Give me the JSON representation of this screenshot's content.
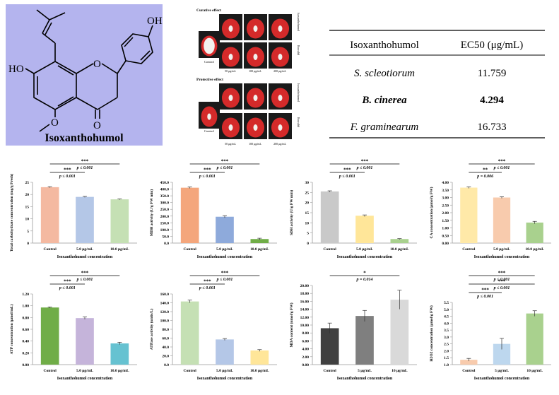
{
  "compound_name": "Isoxanthohumol",
  "molecule": {
    "label": "Isoxanthohumol",
    "groups": {
      "oh_left": "HO",
      "oh_right": "OH",
      "ring_o": "O",
      "carbonyl_o": "O",
      "methoxy": "O"
    }
  },
  "photo_panel": {
    "curative_title": "Curative effect",
    "protective_title": "Protective effect",
    "control_label": "Control",
    "row_labels": [
      "Isoxanthohumol",
      "Boscalid"
    ],
    "concentrations": [
      "50 μg/mL",
      "100 μg/mL",
      "200 μg/mL"
    ]
  },
  "ec_table": {
    "headers": [
      "Isoxanthohumol",
      "EC50 (μg/mL)"
    ],
    "rows": [
      {
        "pathogen": "S. scleotiorum",
        "value": "11.759",
        "bold": false
      },
      {
        "pathogen": "B. cinerea",
        "value": "4.294",
        "bold": true
      },
      {
        "pathogen": "F. graminearum",
        "value": "16.733",
        "bold": false
      }
    ]
  },
  "chart_data": [
    {
      "type": "bar",
      "ylabel": "Total carbohydrate concentration (mg/g Fresh)",
      "xlabel": "Isoxanthohumol concentration",
      "categories": [
        "Control",
        "5.0 μg/mL",
        "10.0 μg/mL"
      ],
      "values": [
        23.0,
        19.0,
        18.0
      ],
      "errors": [
        0.2,
        0.2,
        0.15
      ],
      "ylim": [
        0,
        25
      ],
      "yticks": [
        0,
        5,
        10,
        15,
        20,
        25
      ],
      "decimals": 0,
      "colors": [
        "#f4b9a1",
        "#b4c7e7",
        "#c5e0b4"
      ],
      "annotations": [
        {
          "from": 0,
          "to": 2,
          "level": 0,
          "stars": "***",
          "p": "p ≤ 0.001"
        },
        {
          "from": 0,
          "to": 1,
          "level": 1,
          "stars": "***",
          "p": "p ≤ 0.001"
        }
      ]
    },
    {
      "type": "bar",
      "ylabel": "MDH activity (U/g FW min)",
      "xlabel": "Isoxanthohumol concentration",
      "categories": [
        "Control",
        "5.0 μg/mL",
        "10.0 μg/mL"
      ],
      "values": [
        410,
        195,
        30
      ],
      "errors": [
        5,
        8,
        6
      ],
      "ylim": [
        0,
        450
      ],
      "yticks": [
        0,
        50,
        100,
        150,
        200,
        250,
        300,
        350,
        400,
        450
      ],
      "decimals": 1,
      "colors": [
        "#f4a67c",
        "#8eaadb",
        "#70ad47"
      ],
      "annotations": [
        {
          "from": 0,
          "to": 2,
          "level": 0,
          "stars": "***",
          "p": "p ≤ 0.001"
        },
        {
          "from": 0,
          "to": 1,
          "level": 1,
          "stars": "***",
          "p": "p ≤ 0.001"
        }
      ]
    },
    {
      "type": "bar",
      "ylabel": "SDH activity (U/g FW min)",
      "xlabel": "Isoxanthohumol concentration",
      "categories": [
        "Control",
        "5.0 μg/mL",
        "10.0 μg/mL"
      ],
      "values": [
        25.5,
        13.5,
        2.0
      ],
      "errors": [
        0.3,
        0.4,
        0.2
      ],
      "ylim": [
        0,
        30
      ],
      "yticks": [
        0,
        5,
        10,
        15,
        20,
        25,
        30
      ],
      "decimals": 0,
      "colors": [
        "#c9c9c9",
        "#ffe699",
        "#a9d18e"
      ],
      "annotations": [
        {
          "from": 0,
          "to": 2,
          "level": 0,
          "stars": "***",
          "p": "p ≤ 0.001"
        },
        {
          "from": 0,
          "to": 1,
          "level": 1,
          "stars": "***",
          "p": "p ≤ 0.001"
        }
      ]
    },
    {
      "type": "bar",
      "ylabel": "CA concentration (μmol/g FW)",
      "xlabel": "Isoxanthohumol concentration",
      "categories": [
        "Control",
        "5.0 μg/mL",
        "10.0 μg/mL"
      ],
      "values": [
        3.65,
        3.0,
        1.35
      ],
      "errors": [
        0.05,
        0.05,
        0.08
      ],
      "ylim": [
        0,
        4
      ],
      "yticks": [
        0,
        0.5,
        1,
        1.5,
        2,
        2.5,
        3,
        3.5,
        4
      ],
      "decimals": 2,
      "colors": [
        "#ffe9a8",
        "#f8cbad",
        "#a9d18e"
      ],
      "annotations": [
        {
          "from": 0,
          "to": 2,
          "level": 0,
          "stars": "***",
          "p": "p ≤ 0.001"
        },
        {
          "from": 0,
          "to": 1,
          "level": 1,
          "stars": "**",
          "p": "p = 0.006"
        }
      ]
    },
    {
      "type": "bar",
      "ylabel": "ATP concentration (μmol/mL)",
      "xlabel": "Isoxanthohumol concentration",
      "categories": [
        "Control",
        "5.0 μg/mL",
        "10.0 μg/mL"
      ],
      "values": [
        0.97,
        0.79,
        0.36
      ],
      "errors": [
        0.01,
        0.02,
        0.02
      ],
      "ylim": [
        0,
        1.2
      ],
      "yticks": [
        0,
        0.2,
        0.4,
        0.6,
        0.8,
        1.0,
        1.2
      ],
      "decimals": 2,
      "colors": [
        "#70ad47",
        "#c5b4da",
        "#66c2d1"
      ],
      "annotations": [
        {
          "from": 0,
          "to": 2,
          "level": 0,
          "stars": "***",
          "p": "p ≤ 0.001"
        },
        {
          "from": 0,
          "to": 1,
          "level": 1,
          "stars": "***",
          "p": "p ≤ 0.001"
        }
      ]
    },
    {
      "type": "bar",
      "ylabel": "ATPase activity (units/L)",
      "xlabel": "Isoxanthohumol concentration",
      "categories": [
        "Control",
        "5.0 μg/mL",
        "10.0 μg/mL"
      ],
      "values": [
        143,
        57,
        32
      ],
      "errors": [
        3,
        2,
        2
      ],
      "ylim": [
        0,
        160
      ],
      "yticks": [
        0,
        20,
        40,
        60,
        80,
        100,
        120,
        140,
        160
      ],
      "decimals": 1,
      "colors": [
        "#c5e0b4",
        "#b4c7e7",
        "#ffe699"
      ],
      "annotations": [
        {
          "from": 0,
          "to": 2,
          "level": 0,
          "stars": "***",
          "p": "p ≤ 0.001"
        },
        {
          "from": 0,
          "to": 1,
          "level": 1,
          "stars": "***",
          "p": "p ≤ 0.001"
        }
      ]
    },
    {
      "type": "bar",
      "ylabel": "MDA content (nmol/g FW)",
      "xlabel": "Isoxanthohumol concentration",
      "categories": [
        "Control",
        "5 μg/mL",
        "10 μg/mL"
      ],
      "values": [
        9.2,
        12.3,
        16.4
      ],
      "errors": [
        1.3,
        1.4,
        2.4
      ],
      "ylim": [
        0,
        20
      ],
      "yticks": [
        0,
        2,
        4,
        6,
        8,
        10,
        12,
        14,
        16,
        18,
        20
      ],
      "decimals": 2,
      "colors": [
        "#404040",
        "#7f7f7f",
        "#d9d9d9"
      ],
      "annotations": [
        {
          "from": 0,
          "to": 2,
          "level": 0,
          "stars": "*",
          "p": "p = 0.014"
        }
      ]
    },
    {
      "type": "bar",
      "ylabel": "H2O2 concentration (μmol/g FW)",
      "xlabel": "Isoxanthohumol concentration",
      "categories": [
        "Control",
        "5 μg/mL",
        "10 μg/mL"
      ],
      "values": [
        1.35,
        2.5,
        4.7
      ],
      "errors": [
        0.1,
        0.4,
        0.2
      ],
      "ylim": [
        1,
        5.5
      ],
      "yticks": [
        1,
        1.5,
        2,
        2.5,
        3,
        3.5,
        4,
        4.5,
        5,
        5.5
      ],
      "decimals": 1,
      "colors": [
        "#f8cbad",
        "#bdd7ee",
        "#a9d18e"
      ],
      "annotations": [
        {
          "from": 0,
          "to": 2,
          "level": 0,
          "stars": "***",
          "p": "p ≤ 0.001"
        },
        {
          "from": 0,
          "to": 2,
          "level": 1,
          "stars": "***",
          "p": "p ≤ 0.001"
        },
        {
          "from": 0,
          "to": 1,
          "level": 2,
          "stars": "***",
          "p": "p ≤ 0.001"
        }
      ]
    }
  ]
}
